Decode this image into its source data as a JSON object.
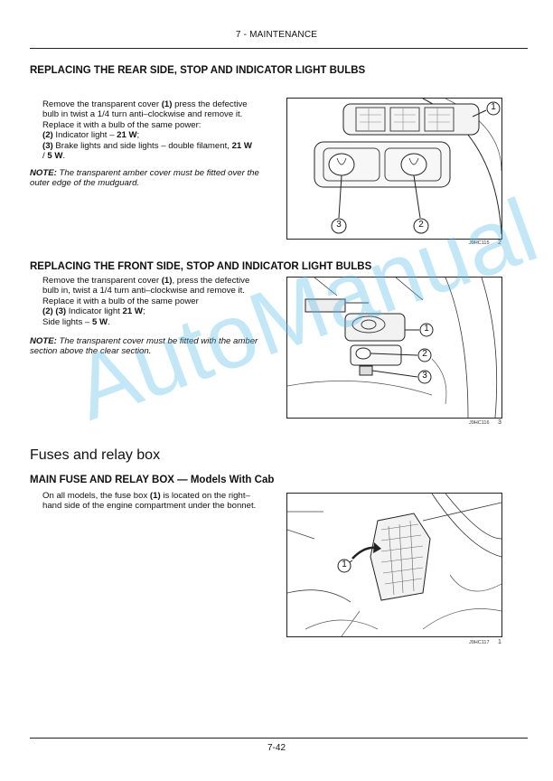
{
  "header": {
    "section": "7 - MAINTENANCE"
  },
  "sections": [
    {
      "heading": "REPLACING THE REAR SIDE, STOP AND INDICATOR LIGHT BULBS",
      "lines": [
        [
          "Remove the transparent cover ",
          "(1)",
          " press the defective"
        ],
        [
          "bulb in twist a 1/4 turn anti–clockwise and remove it."
        ],
        [
          "Replace it with a bulb of the same power:"
        ],
        [
          "(2)",
          " Indicator light – ",
          "21 W",
          ";"
        ],
        [
          "(3)",
          " Brake lights and side lights – double filament, ",
          "21 W"
        ],
        [
          "/ ",
          "5 W",
          "."
        ]
      ],
      "note_label": "NOTE:",
      "note_text": " The transparent amber cover must be fitted over the outer edge of the mudguard.",
      "figure": {
        "code": "J9HC115",
        "number": "2",
        "callouts": [
          "1",
          "2",
          "3"
        ]
      }
    },
    {
      "heading": "REPLACING THE FRONT SIDE, STOP AND INDICATOR LIGHT BULBS",
      "lines": [
        [
          "Remove the transparent cover ",
          "(1)",
          ", press the defective"
        ],
        [
          "bulb in, twist a 1/4 turn anti–clockwise and remove it."
        ],
        [
          "Replace it with a bulb of the same power"
        ],
        [
          "(2) (3)",
          " Indicator light ",
          "21 W",
          ";"
        ],
        [
          "Side lights – ",
          "5 W",
          "."
        ]
      ],
      "note_label": "NOTE:",
      "note_text": " The transparent cover must be fitted with the amber section above the clear section.",
      "figure": {
        "code": "J9HC116",
        "number": "3",
        "callouts": [
          "1",
          "2",
          "3"
        ]
      }
    }
  ],
  "chapter_title": "Fuses and relay box",
  "fuse_section": {
    "heading": "MAIN FUSE AND RELAY BOX — Models With Cab",
    "lines": [
      [
        "On all models, the fuse box ",
        "(1)",
        " is located on the right–"
      ],
      [
        "hand side of the engine compartment under the bonnet."
      ]
    ],
    "figure": {
      "code": "J9HC117",
      "number": "1",
      "callouts": [
        "1"
      ]
    }
  },
  "watermark": "AutoManual",
  "footer": {
    "page": "7-42"
  }
}
